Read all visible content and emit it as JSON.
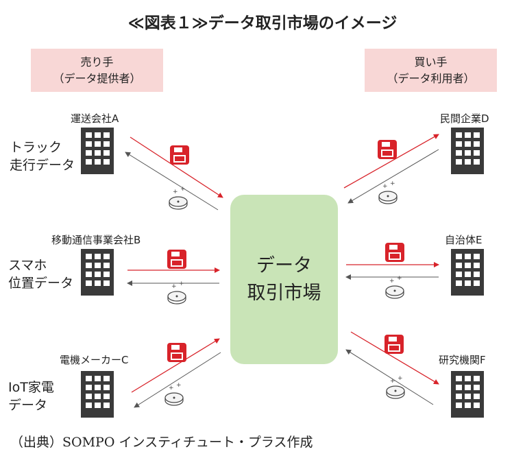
{
  "title": "≪図表１≫データ取引市場のイメージ",
  "seller": {
    "line1": "売り手",
    "line2": "（データ提供者）"
  },
  "buyer": {
    "line1": "買い手",
    "line2": "（データ利用者）"
  },
  "sellers": [
    {
      "company": "運送会社A",
      "data_line1": "トラック",
      "data_line2": "走行データ"
    },
    {
      "company": "移動通信事業会社B",
      "data_line1": "スマホ",
      "data_line2": "位置データ"
    },
    {
      "company": "電機メーカーC",
      "data_line1": "IoT家電",
      "data_line2": "データ"
    }
  ],
  "buyers": [
    {
      "company": "民間企業D"
    },
    {
      "company": "自治体E"
    },
    {
      "company": "研究機関F"
    }
  ],
  "market": {
    "line1": "データ",
    "line2": "取引市場"
  },
  "source": "（出典）SOMPO インスティチュート・プラス作成",
  "colors": {
    "data_arrow": "#d8232a",
    "money_arrow": "#555555",
    "market_fill": "#c9e4b7",
    "role_fill": "#f8d7d6",
    "building": "#3a3a3a"
  },
  "icons": {
    "building": "building-icon",
    "data": "floppy-disk-icon",
    "money": "coin-icon"
  }
}
